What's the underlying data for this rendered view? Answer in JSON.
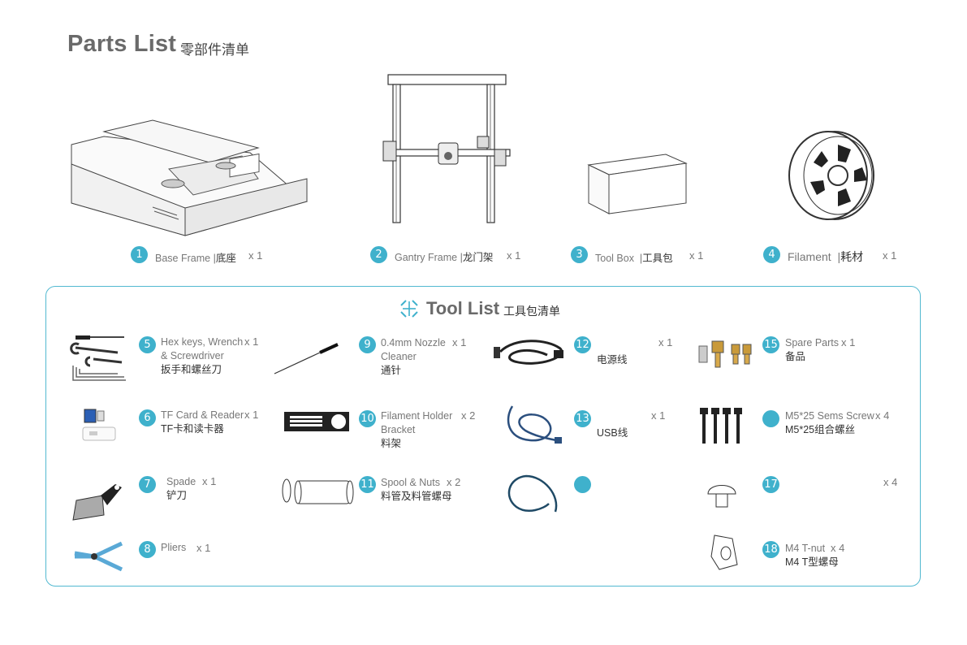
{
  "header": {
    "title": "Parts List",
    "title_cn": "零部件清单"
  },
  "parts": [
    {
      "num": "1",
      "name": "Base Frame",
      "sep": "|",
      "name_cn": "底座",
      "qty": "x 1"
    },
    {
      "num": "2",
      "name": "Gantry Frame",
      "sep": "|",
      "name_cn": "龙门架",
      "qty": "x 1"
    },
    {
      "num": "3",
      "name": "Tool Box",
      "sep": "|",
      "name_cn": "工具包",
      "qty": "x 1"
    },
    {
      "num": "4",
      "name": "Filament",
      "sep": "|",
      "name_cn": "耗材",
      "qty": "x 1"
    }
  ],
  "tool_list": {
    "title": "Tool List",
    "title_cn": "工具包清单"
  },
  "tools": {
    "t5": {
      "num": "5",
      "line1": "Hex keys, Wrench",
      "line2": "& Screwdriver",
      "cn": "扳手和螺丝刀",
      "qty": "x 1"
    },
    "t6": {
      "num": "6",
      "line1": "TF Card & Reader",
      "cn": "TF卡和读卡器",
      "qty": "x 1"
    },
    "t7": {
      "num": "7",
      "line1": "Spade",
      "cn": "铲刀",
      "qty": "x 1"
    },
    "t8": {
      "num": "8",
      "line1": "Pliers",
      "qty": "x 1"
    },
    "t9": {
      "num": "9",
      "line1": "0.4mm Nozzle",
      "line2": "Cleaner",
      "cn": "通针",
      "qty": "x 1"
    },
    "t10": {
      "num": "10",
      "line1": "Filament Holder",
      "line2": "Bracket",
      "cn": "料架",
      "qty": "x 2"
    },
    "t11": {
      "num": "11",
      "line1": "Spool & Nuts",
      "cn": "料管及料管螺母",
      "qty": "x 2"
    },
    "t12": {
      "num": "12",
      "cn": "电源线",
      "qty": "x 1"
    },
    "t13": {
      "num": "13",
      "cn": "USB线",
      "qty": "x 1"
    },
    "t15": {
      "num": "15",
      "line1": "Spare Parts",
      "cn": "备品",
      "qty": "x 1"
    },
    "t16": {
      "line1": "M5*25 Sems Screw",
      "cn": "M5*25组合螺丝",
      "qty": "x 4"
    },
    "t17": {
      "num": "17",
      "qty": "x 4"
    },
    "t18": {
      "num": "18",
      "line1": "M4 T-nut",
      "cn": "M4 T型螺母",
      "qty": "x 4"
    }
  },
  "colors": {
    "accent": "#3fb1cc",
    "border": "#52b9d1",
    "title": "#6a6a6a"
  }
}
